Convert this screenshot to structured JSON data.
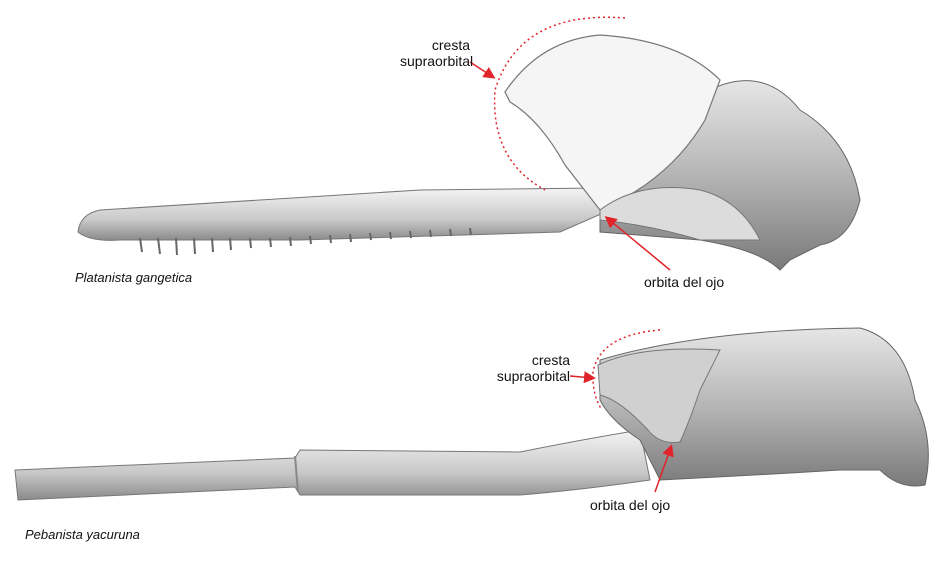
{
  "figure": {
    "accent_color": "#e0242a",
    "panels": [
      {
        "species": "Platanista gangetica",
        "crest_label_1": "cresta",
        "crest_label_2": "supraorbital",
        "orbit_label": "orbita del ojo"
      },
      {
        "species": "Pebanista yacuruna",
        "crest_label_1": "cresta",
        "crest_label_2": "supraorbital",
        "orbit_label": "orbita del ojo"
      }
    ]
  }
}
